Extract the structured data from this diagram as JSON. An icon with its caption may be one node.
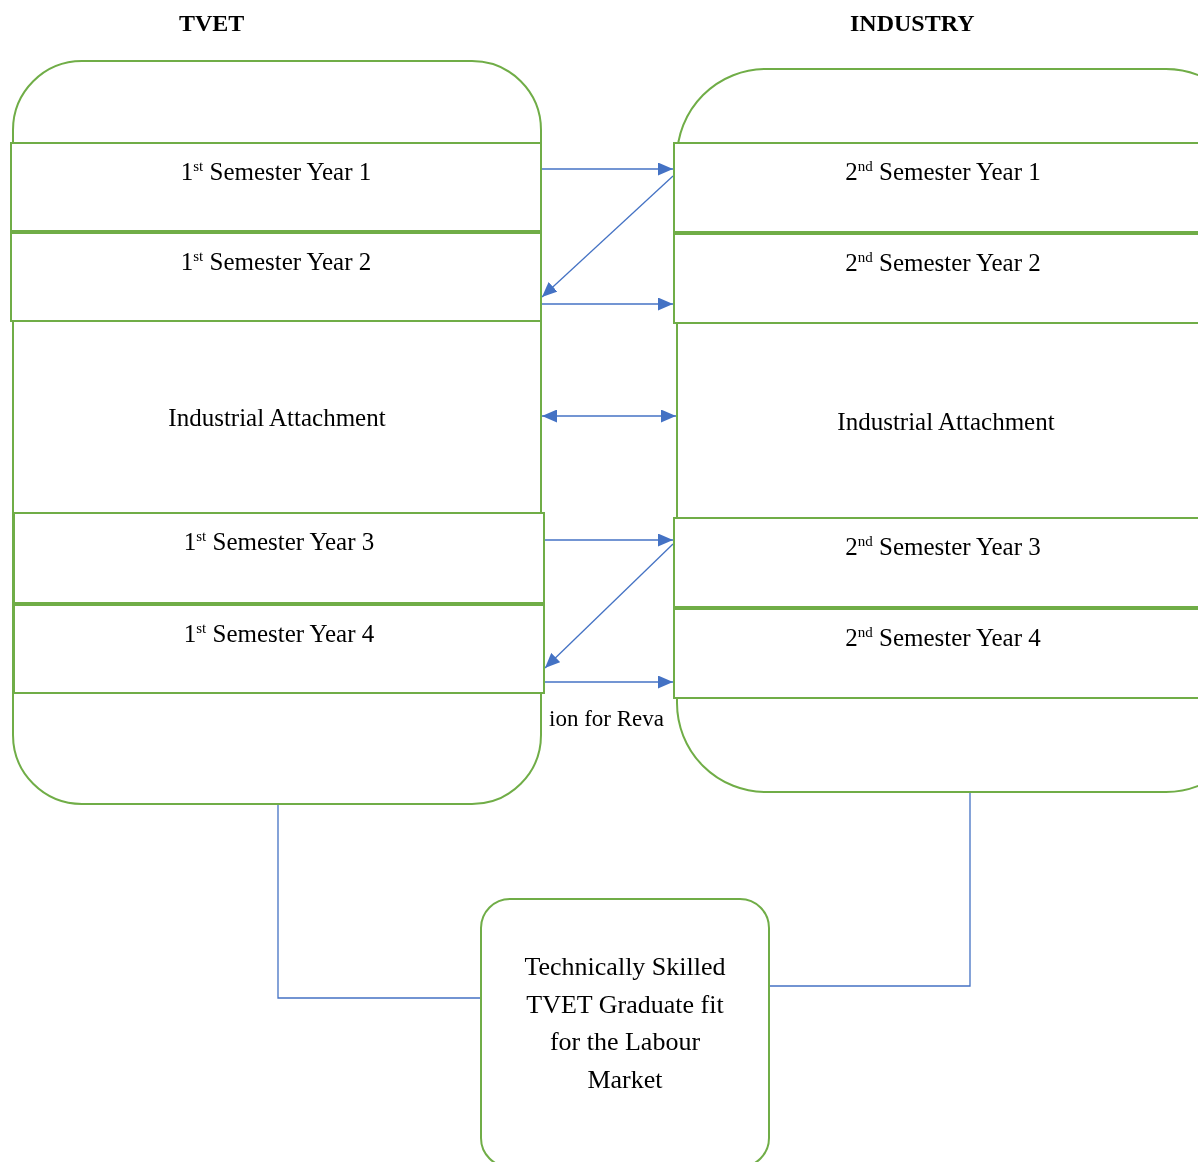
{
  "diagram": {
    "nodes": [
      {
        "text": [
          "TVET"
        ]
      },
      {
        "text": [
          "1$^{st}$ Semester Year 1"
        ],
        "in": 0
      },
      {
        "text": [
          "1$^{st}$ Semester Year 2"
        ],
        "in": 0
      },
      {
        "text": [
          "Industrial Attachment"
        ],
        "in": 0
      },
      {
        "text": [
          "1$^{st}$ Semester Year 3"
        ],
        "in": 0
      },
      {
        "text": [
          "1$^{st}$ Semester Year 4"
        ],
        "in": 0
      },
      {
        "text": [
          "INDUSTRY"
        ]
      },
      {
        "text": [
          "2$^{nd}$ Semester Year 1"
        ],
        "in": 6
      },
      {
        "text": [
          "2$^{nd}$ Semester Year 2"
        ],
        "in": 6
      },
      {
        "text": [
          "Industrial Attachment"
        ],
        "in": 6
      },
      {
        "text": [
          "2$^{nd}$ Semester Year 3"
        ],
        "in": 6
      },
      {
        "text": [
          "2$^{nd}$ Semester Year 4"
        ],
        "in": 6
      },
      {
        "text": [
          "Technically Skilled TVET Graduate fit for the Labour Market"
        ]
      }
    ],
    "edges": [
      {
        "from": 1,
        "to": 7,
        "arrow": "to"
      },
      {
        "from": 7,
        "to": 2,
        "arrow": "to"
      },
      {
        "from": 2,
        "to": 8,
        "arrow": "to"
      },
      {
        "from": 3,
        "to": 9,
        "arrow": "both"
      },
      {
        "from": 4,
        "to": 10,
        "arrow": "to"
      },
      {
        "from": 10,
        "to": 5,
        "arrow": "to"
      },
      {
        "from": 5,
        "to": 11,
        "arrow": "to"
      },
      {
        "from": 0,
        "to": 12,
        "arrow": "none"
      },
      {
        "from": 6,
        "to": 12,
        "arrow": "none"
      }
    ],
    "labels": [
      "ion for Reva"
    ]
  }
}
